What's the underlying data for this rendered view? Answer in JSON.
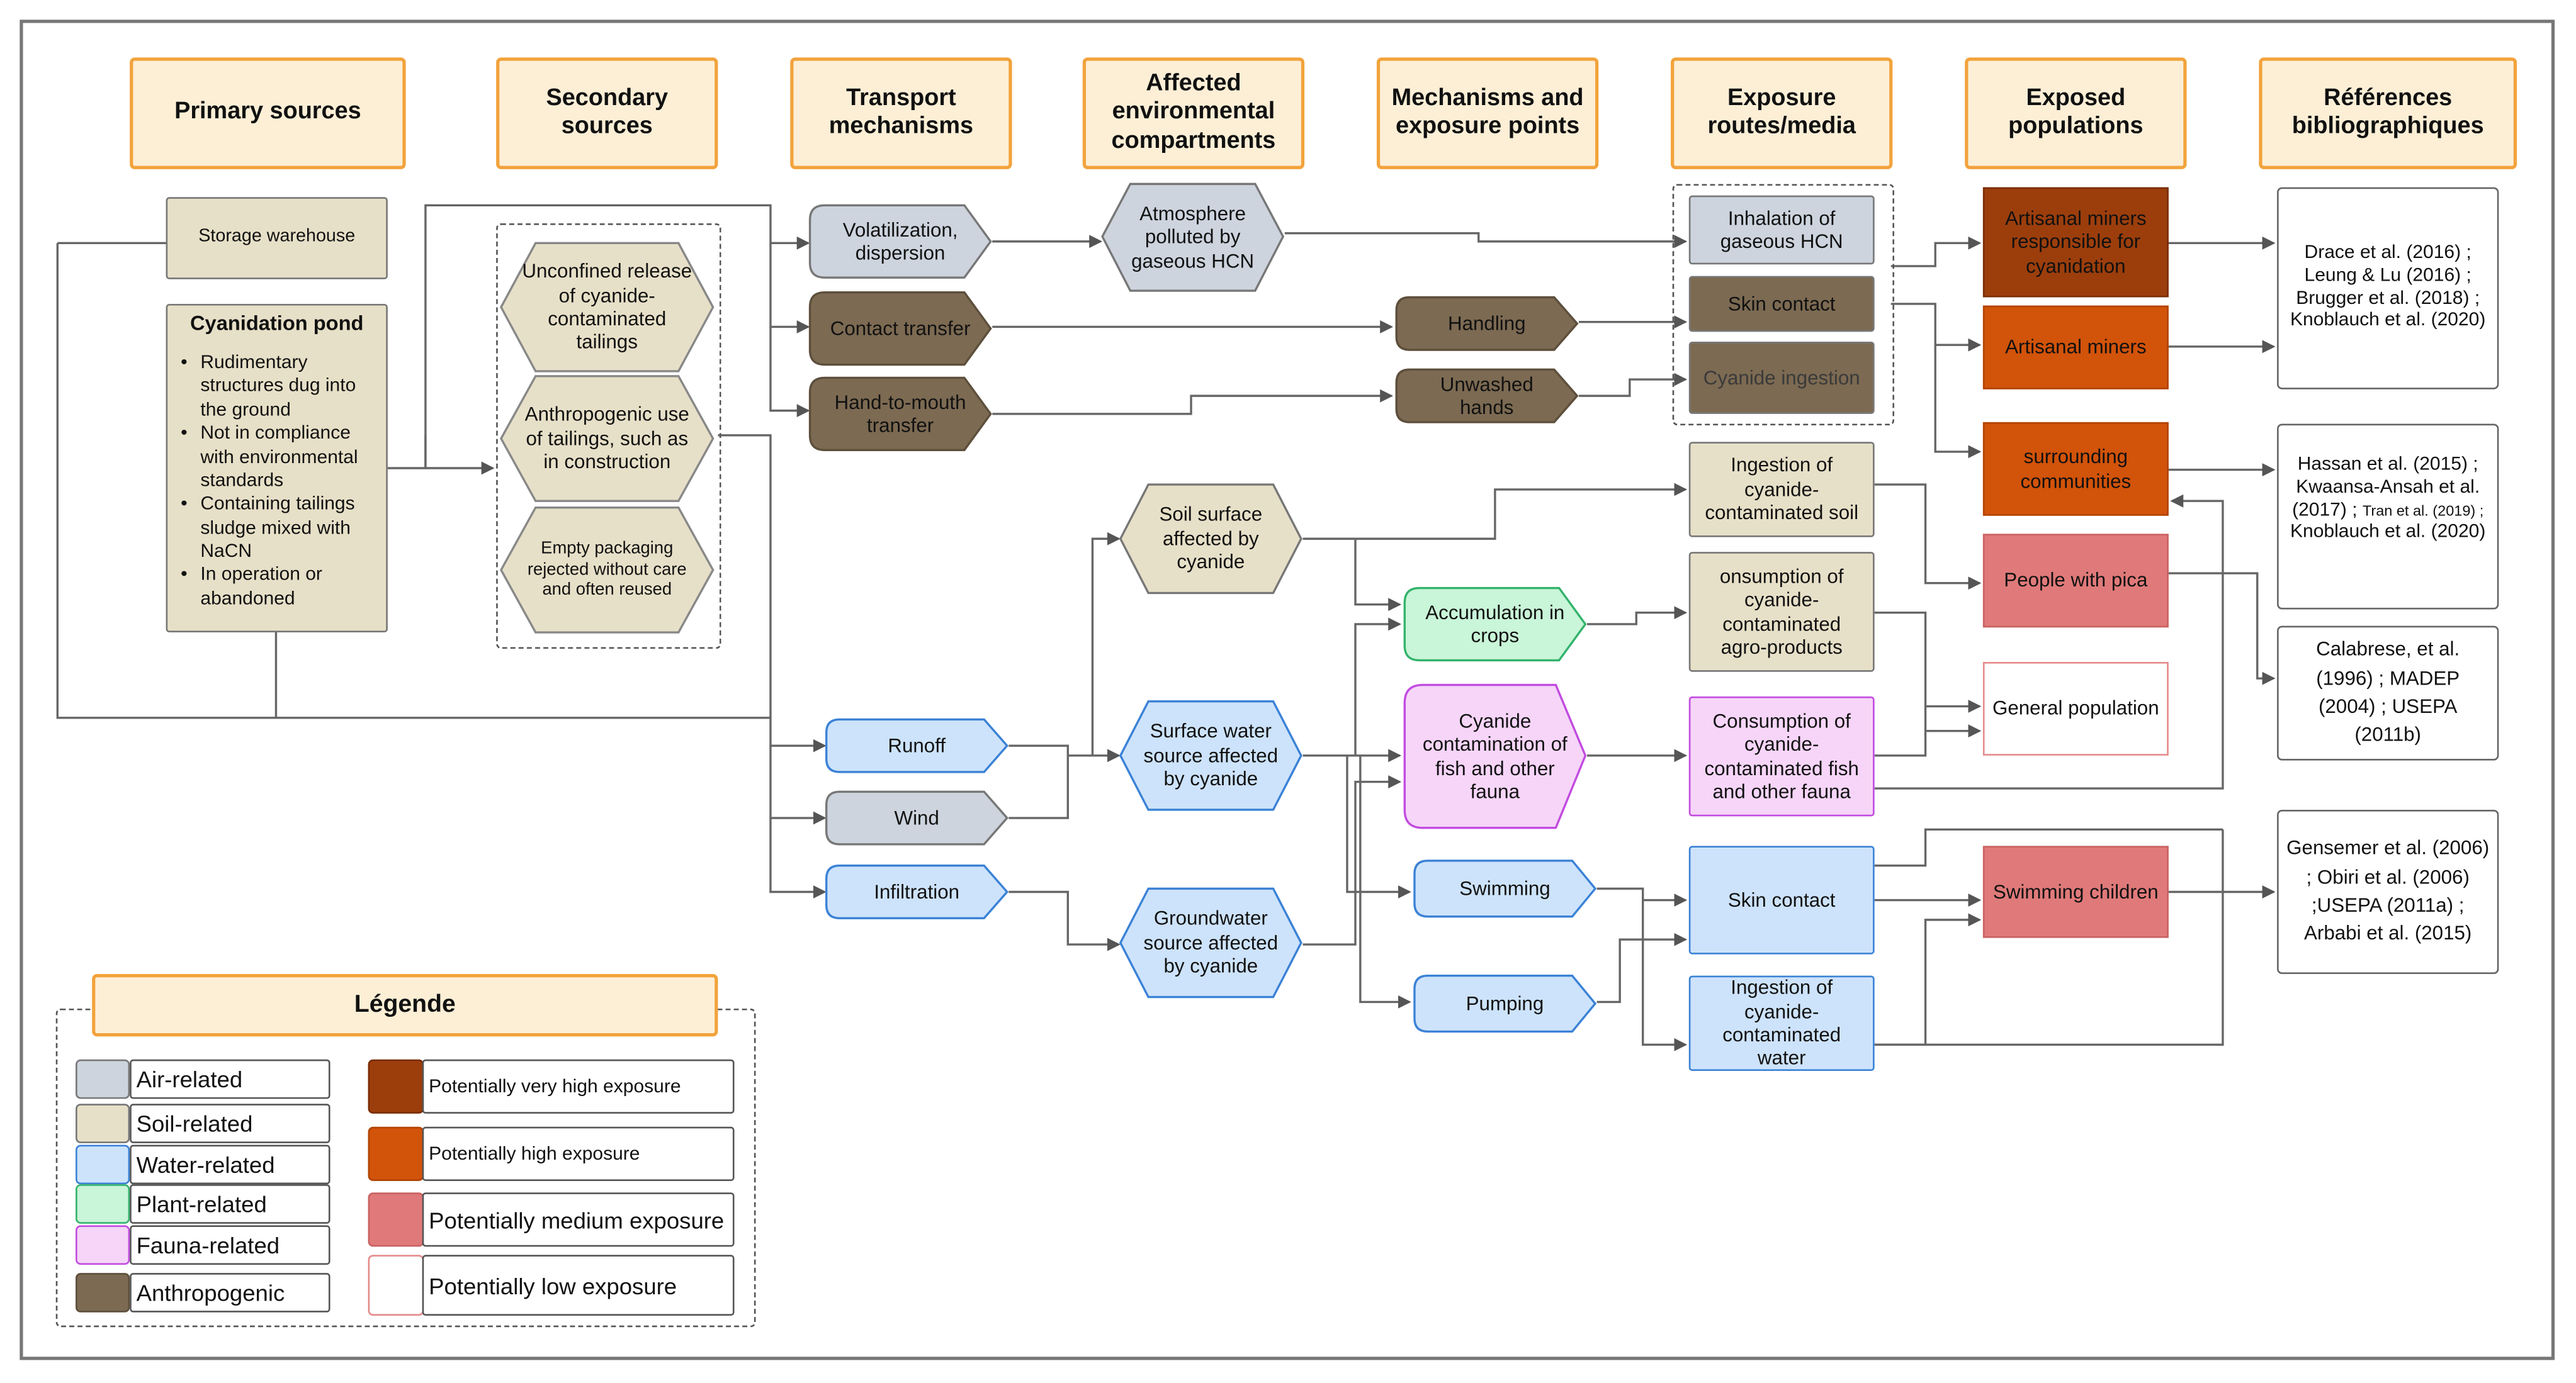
{
  "headers": [
    "Primary sources",
    "Secondary sources",
    "Transport mechanisms",
    "Affected environmental compartments",
    "Mechanisms and exposure points",
    "Exposure routes/media",
    "Exposed populations",
    "Références bibliographiques"
  ],
  "primary": {
    "storage": "Storage warehouse",
    "pond_title": "Cyanidation pond",
    "pond_items": [
      "Rudimentary structures dug into the ground",
      "Not in compliance with environmental standards",
      "Containing tailings sludge mixed with NaCN",
      "In operation or abandoned"
    ]
  },
  "secondary": {
    "unconfined": "Unconfined release of cyanide-contaminated tailings",
    "anthropogenic": "Anthropogenic use of tailings, such as in construction",
    "packaging": "Empty packaging rejected without care and often reused"
  },
  "transport": {
    "volatilization": "Volatilization, dispersion",
    "contact": "Contact transfer",
    "hand": "Hand-to-mouth transfer",
    "runoff": "Runoff",
    "wind": "Wind",
    "infiltration": "Infiltration"
  },
  "compartments": {
    "atmosphere": "Atmosphere polluted by gaseous HCN",
    "soil": "Soil surface affected by cyanide",
    "surface_water": "Surface water source affected by cyanide",
    "groundwater": "Groundwater source affected by cyanide"
  },
  "mechanisms": {
    "handling": "Handling",
    "unwashed": "Unwashed hands",
    "crops": "Accumulation in crops",
    "fish": "Cyanide contamination of fish and other fauna",
    "swimming": "Swimming",
    "pumping": "Pumping"
  },
  "routes": {
    "inhalation": "Inhalation of gaseous HCN",
    "skin": "Skin contact",
    "cyanide_ingestion": "Cyanide ingestion",
    "soil_ingestion": "Ingestion of cyanide-contaminated soil",
    "agro": "onsumption of cyanide-contaminated agro-products",
    "fauna": "Consumption of cyanide-contaminated fish and other fauna",
    "skin_water": "Skin contact",
    "water": "Ingestion of cyanide-contaminated water"
  },
  "populations": {
    "miners_resp": "Artisanal miners responsible for cyanidation",
    "miners": "Artisanal miners",
    "surrounding": "surrounding communities",
    "pica": "People with pica",
    "general": "General population",
    "children": "Swimming children"
  },
  "references": {
    "r1": "Drace et al. (2016) ; Leung & Lu (2016) ; Brugger et al. (2018) ; Knoblauch et al. (2020)",
    "r2a": "Hassan et al. (2015) ; Kwaansa-Ansah et al. (2017) ;",
    "r2b": "Tran et al. (2019) ;",
    "r2c": "Knoblauch et al. (2020)",
    "r3": "Calabrese, et al. (1996) ; MADEP (2004) ; USEPA (2011b)",
    "r4": "Gensemer et al. (2006) ; Obiri et al. (2006) ;USEPA (2011a) ; Arbabi et al. (2015)"
  },
  "legend": {
    "title": "Légende",
    "air": "Air-related",
    "soil": "Soil-related",
    "water": "Water-related",
    "plant": "Plant-related",
    "fauna": "Fauna-related",
    "anth": "Anthropogenic",
    "vh": "Potentially very high exposure",
    "hi": "Potentially high exposure",
    "med": "Potentially medium exposure",
    "low": "Potentially low exposure"
  },
  "colors": {
    "air": "#cdd4de",
    "soil": "#e7e0c8",
    "water": "#cde3fb",
    "plant": "#c9f5d8",
    "fauna": "#f6d5f8",
    "anthropogenic": "#7c6a52",
    "very_high": "#9c3e0c",
    "high": "#d2530a",
    "medium": "#e07a7a",
    "low": "#ffffff",
    "header": "#fdefd6"
  }
}
